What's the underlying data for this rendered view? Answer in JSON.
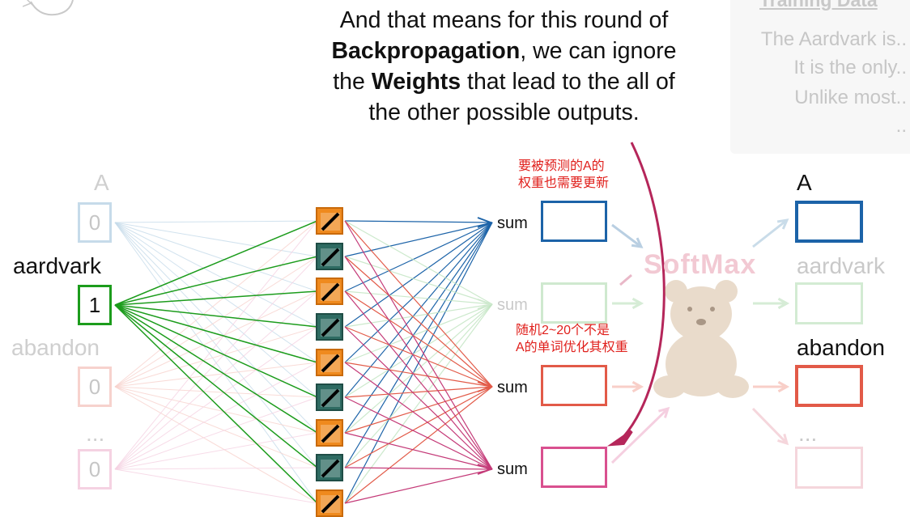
{
  "caption": {
    "line1": "And that means for this round of",
    "line2_bold": "Backpropagation",
    "line2_rest": ", we can ignore",
    "line3_pre": "the ",
    "line3_bold": "Weights",
    "line3_rest": " that lead to the all of",
    "line4": "the other possible outputs."
  },
  "training_panel": {
    "title": "Training Data",
    "lines": [
      "The Aardvark is..",
      "It is the only..",
      "Unlike most..",
      ".."
    ]
  },
  "inputs": [
    {
      "label": "A",
      "value": "0"
    },
    {
      "label": "aardvark",
      "value": "1"
    },
    {
      "label": "abandon",
      "value": "0"
    },
    {
      "label": "...",
      "value": "0"
    }
  ],
  "sum_label": "sum",
  "softmax_label": "SoftMax",
  "outputs": [
    "A",
    "aardvark",
    "abandon",
    "..."
  ],
  "notes": {
    "top_line1": "要被预测的A的",
    "top_line2": "权重也需要更新",
    "mid_line1": "随机2~20个不是",
    "mid_line2": "A的单词优化其权重"
  },
  "colors": {
    "green": "#1c9c1c",
    "blue": "#1c63a8",
    "red": "#e25a48",
    "pink": "#d9508f",
    "orange": "#ef8a1e",
    "teal": "#2e6b62",
    "note_red": "#e0201c"
  }
}
